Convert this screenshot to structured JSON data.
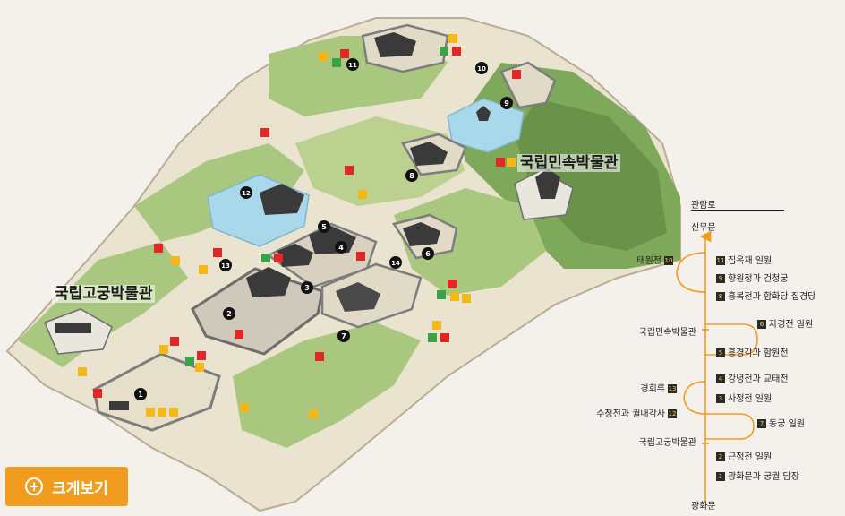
{
  "map": {
    "labels": {
      "folk_museum": "국립민속박물관",
      "palace_museum": "국립고궁박물관"
    },
    "markers": [
      "1",
      "2",
      "3",
      "4",
      "5",
      "6",
      "7",
      "8",
      "9",
      "10",
      "11",
      "12",
      "13",
      "14"
    ],
    "colors": {
      "ground": "#eae3cf",
      "lawn": "#a9c77e",
      "forest": "#6f9a4f",
      "wall": "#8c8c8c",
      "roof": "#3a3a3a",
      "pond": "#a9d8ea",
      "route": "#f29c1f",
      "facility_red": "#e32626",
      "facility_yellow": "#f6b817",
      "facility_green": "#3aa34a"
    }
  },
  "legend": {
    "title": "관람로",
    "top_gate": "신무문",
    "bottom_gate": "광화문",
    "items": [
      {
        "num": "11",
        "label": "집옥재 일원"
      },
      {
        "num": "9",
        "label": "향원정과 건청궁"
      },
      {
        "num": "8",
        "label": "흥복전과 함화당 집경당"
      },
      {
        "num": "6",
        "label": "자경전 일원"
      },
      {
        "num": "5",
        "label": "흥경각과 함원전"
      },
      {
        "num": "4",
        "label": "강녕전과 교태전"
      },
      {
        "num": "3",
        "label": "사정전 일원"
      },
      {
        "num": "7",
        "label": "동궁 일원"
      },
      {
        "num": "2",
        "label": "근정전 일원"
      },
      {
        "num": "1",
        "label": "광화문과 궁궐 담장"
      }
    ],
    "left_items": [
      {
        "num": "10",
        "label": "태원전"
      },
      {
        "label": "국립민속박물관"
      },
      {
        "num": "13",
        "label": "경회루"
      },
      {
        "num": "12",
        "label": "수정전과 궐내각사"
      },
      {
        "label": "국립고궁박물관"
      }
    ]
  },
  "expand_button": {
    "label": "크게보기"
  }
}
